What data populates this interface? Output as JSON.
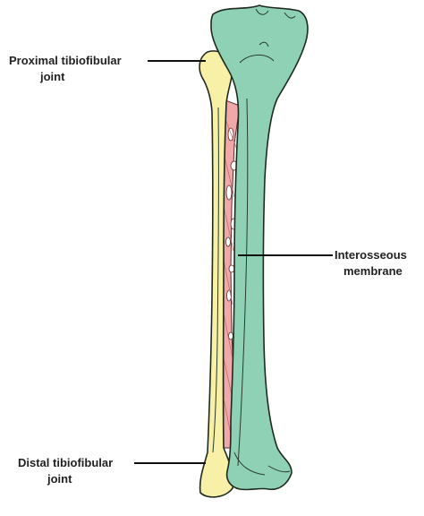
{
  "labels": {
    "proximal": [
      "Proximal tibiofibular",
      "joint"
    ],
    "interosseous": [
      "Interosseous",
      "membrane"
    ],
    "distal": [
      "Distal tibiofibular",
      "joint"
    ]
  },
  "colors": {
    "tibia": "#8fd1b4",
    "fibula": "#f7f0a6",
    "membrane": "#f0a9a8",
    "outline": "#1e2a20",
    "text": "#222222"
  }
}
